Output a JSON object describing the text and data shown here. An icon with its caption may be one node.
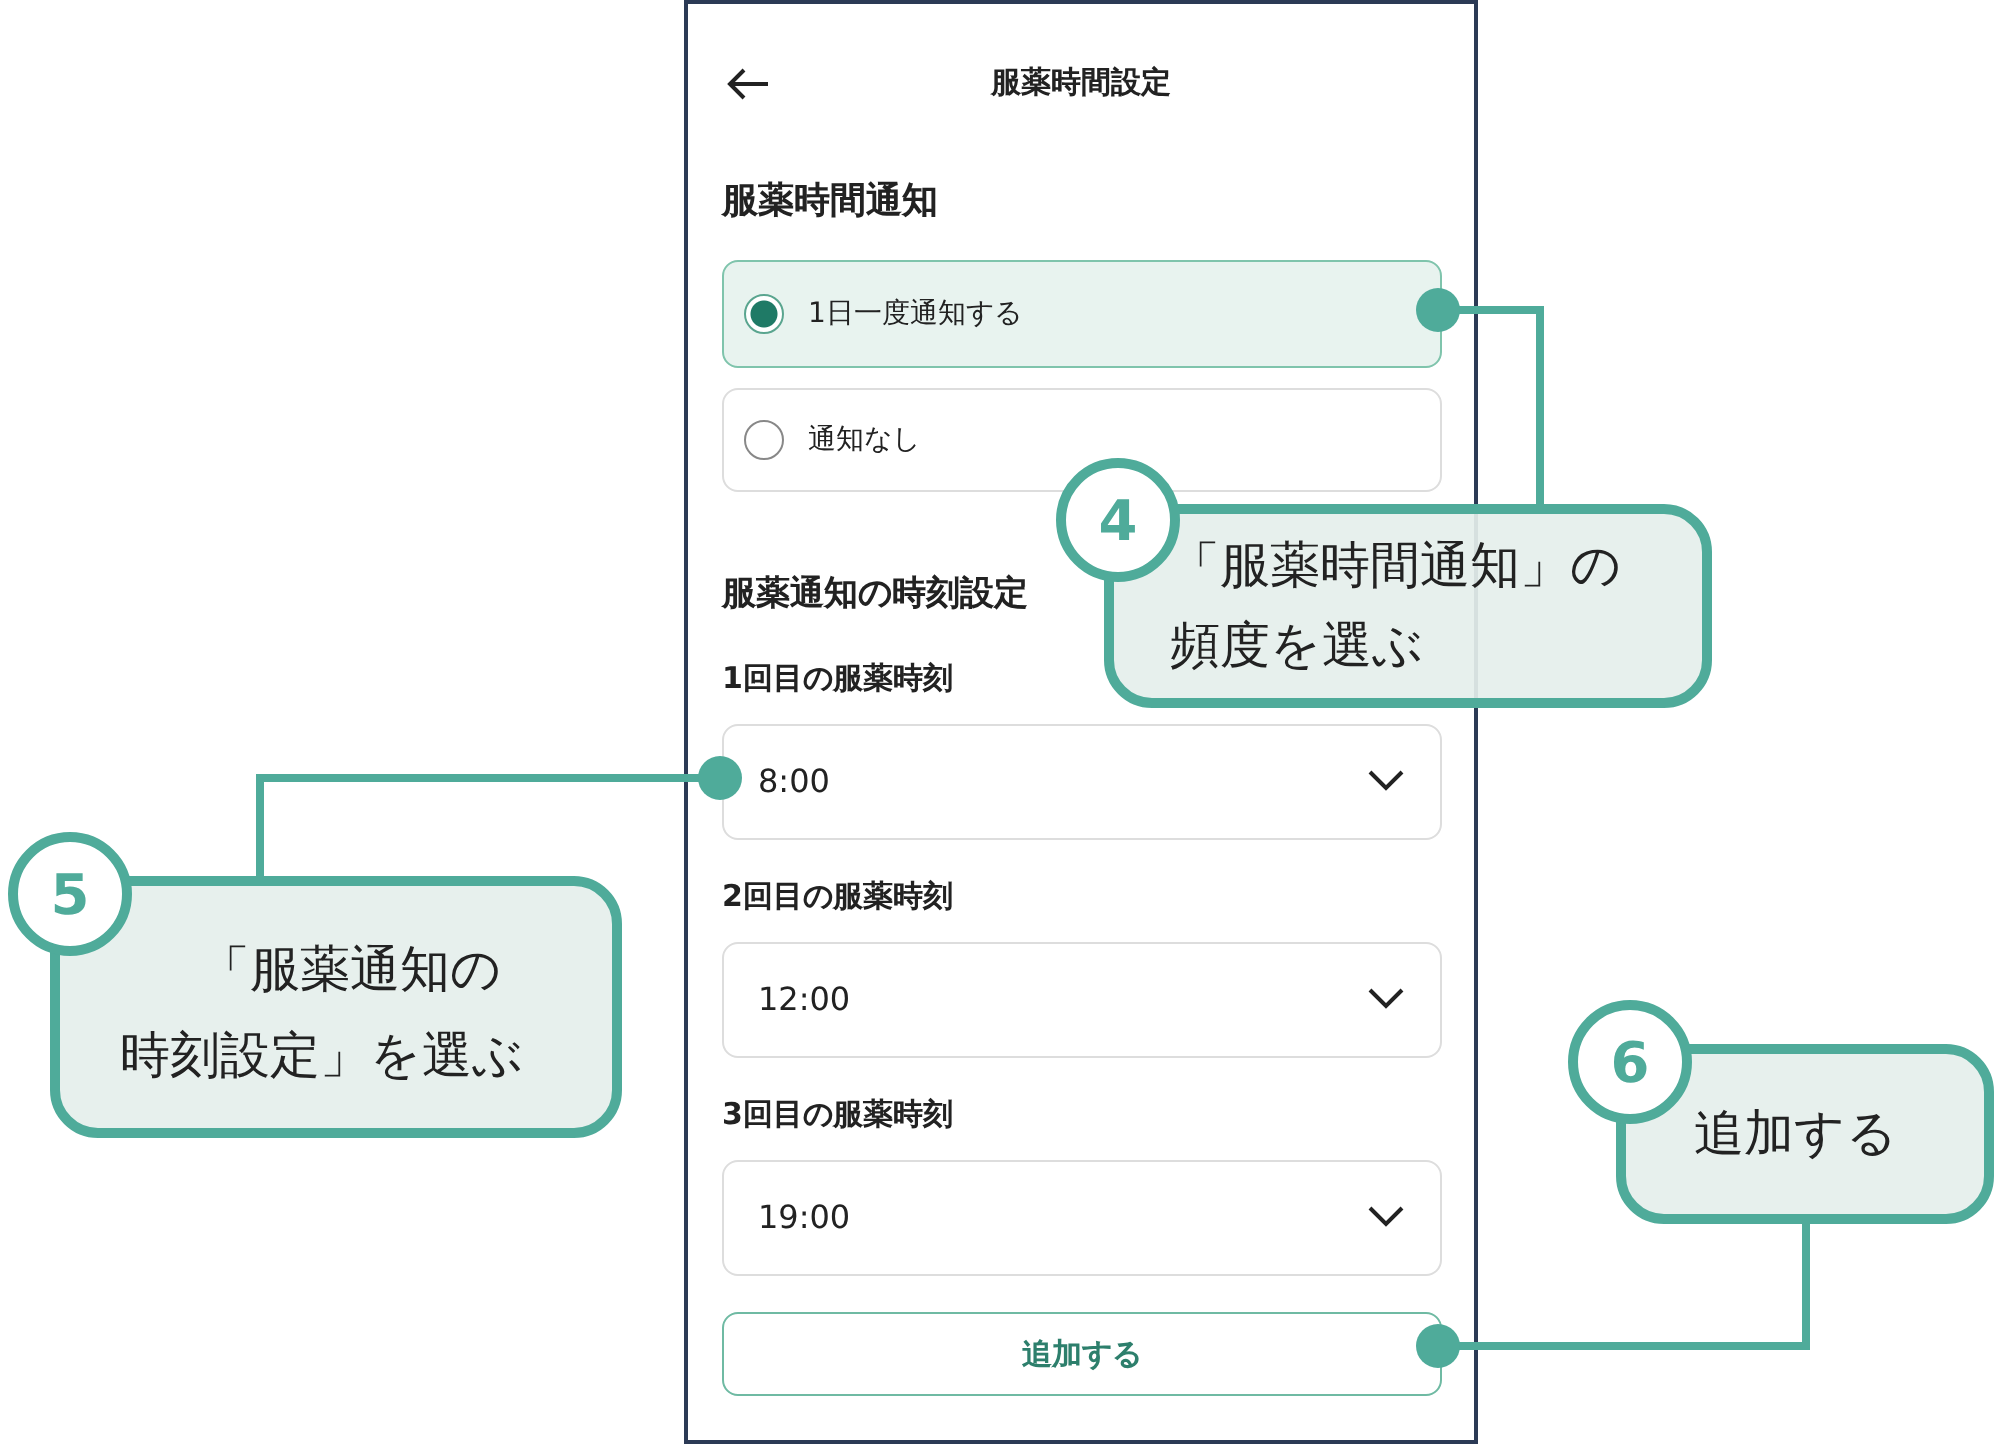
{
  "diagram": {
    "nodes": [
      {
        "text": [
          "服薬時間設定"
        ]
      },
      {
        "text": [
          "1日一度通知する"
        ],
        "in": 0
      },
      {
        "text": [
          "通知なし"
        ],
        "in": 0
      },
      {
        "text": [
          "8:00"
        ],
        "in": 0
      },
      {
        "text": [
          "12:00"
        ],
        "in": 0
      },
      {
        "text": [
          "19:00"
        ],
        "in": 0
      },
      {
        "text": [
          "追加する"
        ],
        "in": 0
      },
      {
        "text": [
          "4",
          "「服薬時間通知」の頻度を選ぶ"
        ]
      },
      {
        "text": [
          "5",
          "「服薬通知の時刻設定」を選ぶ"
        ]
      },
      {
        "text": [
          "6",
          "追加する"
        ]
      }
    ],
    "edges": [
      {
        "from": 7,
        "to": 1,
        "arrow": "other"
      },
      {
        "from": 8,
        "to": 3,
        "arrow": "other"
      },
      {
        "from": 9,
        "to": 6,
        "arrow": "other"
      }
    ],
    "labels": [
      "服薬時間通知",
      "服薬通知の時刻設定",
      "1回目の服薬時刻",
      "2回目の服薬時刻",
      "3回目の服薬時刻"
    ]
  }
}
